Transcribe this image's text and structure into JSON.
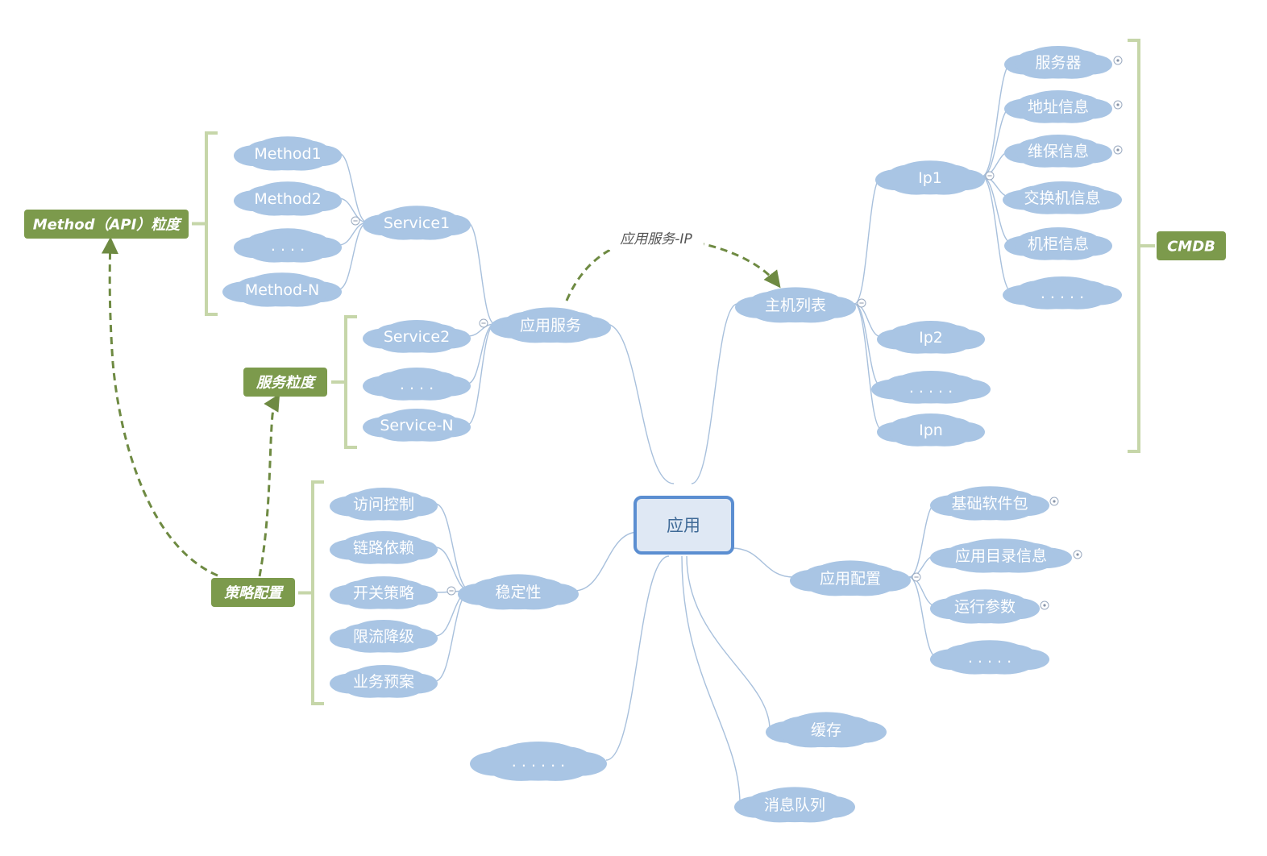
{
  "colors": {
    "cloud": "#a9c5e4",
    "cloud_text": "#ffffff",
    "branch_line": "#a8c0dc",
    "bracket": "#c6d6a9",
    "tag": "#7c9a4c",
    "dashed_arrow": "#6e8a42",
    "center_fill": "#dfe8f4",
    "center_border": "#5b8ed1"
  },
  "center": {
    "label": "应用"
  },
  "branches": {
    "app_service": {
      "label": "应用服务",
      "service1": {
        "label": "Service1",
        "methods": [
          "Method1",
          "Method2",
          ". . . .",
          "Method-N"
        ]
      },
      "others": [
        "Service2",
        ". . . .",
        "Service-N"
      ]
    },
    "host_list": {
      "label": "主机列表",
      "ip1": {
        "label": "Ip1",
        "children": [
          "服务器",
          "地址信息",
          "维保信息",
          "交换机信息",
          "机柜信息",
          ". . . . ."
        ]
      },
      "others": [
        "Ip2",
        ". . . . .",
        "Ipn"
      ]
    },
    "stability": {
      "label": "稳定性",
      "children": [
        "访问控制",
        "链路依赖",
        "开关策略",
        "限流降级",
        "业务预案"
      ]
    },
    "app_config": {
      "label": "应用配置",
      "children": [
        "基础软件包",
        "应用目录信息",
        "运行参数",
        ". . . . ."
      ]
    },
    "cache": {
      "label": "缓存"
    },
    "mq": {
      "label": "消息队列"
    },
    "more": {
      "label": ". . . . . ."
    }
  },
  "tags": {
    "method_api": "Method（API）粒度",
    "service_granularity": "服务粒度",
    "policy_config": "策略配置",
    "cmdb": "CMDB"
  },
  "relation_label": "应用服务-IP"
}
